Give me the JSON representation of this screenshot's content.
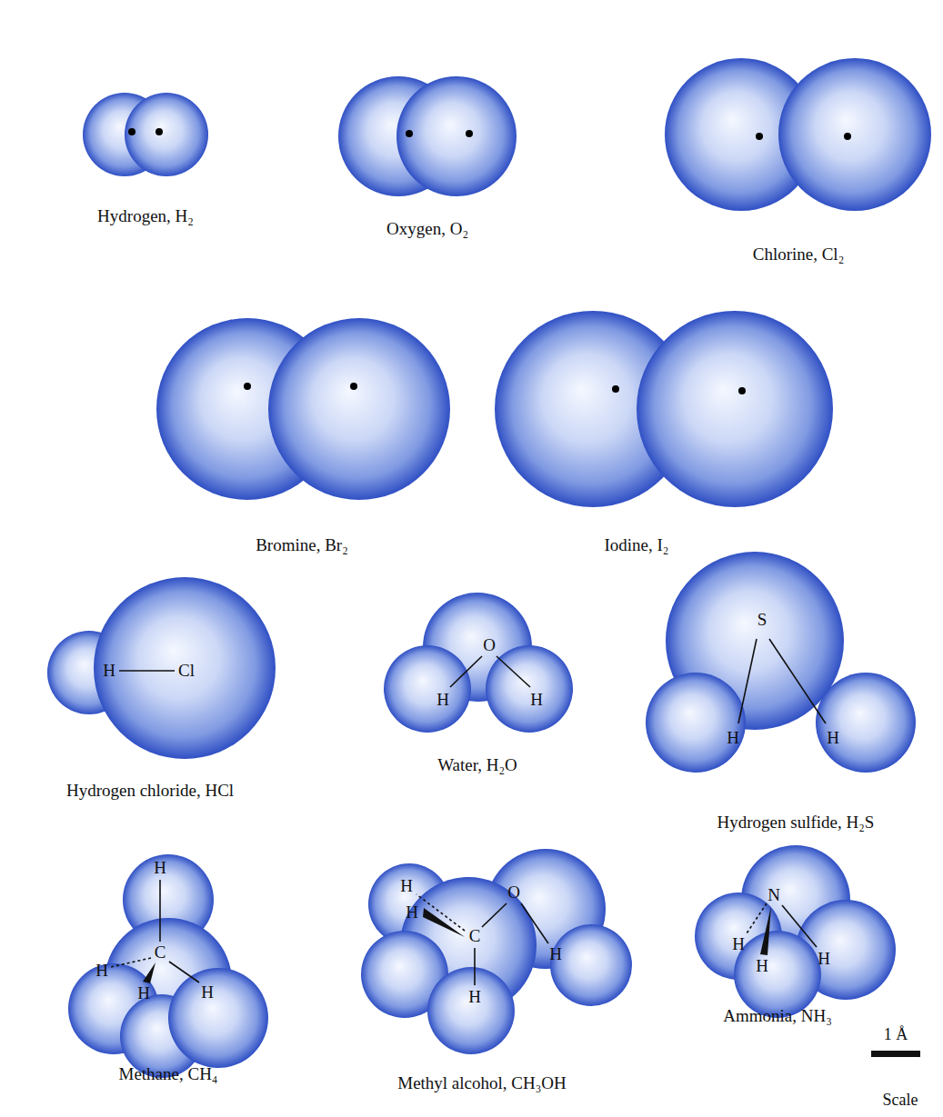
{
  "diagram": {
    "nodes": [
      {
        "text": [
          "Hydrogen, H₂"
        ]
      },
      {
        "text": [
          "Oxygen, O₂"
        ]
      },
      {
        "text": [
          "Chlorine, Cl₂"
        ]
      },
      {
        "text": [
          "Bromine, Br₂"
        ]
      },
      {
        "text": [
          "Iodine, I₂"
        ]
      },
      {
        "text": [
          "Hydrogen chloride, HCl",
          "H",
          "Cl"
        ]
      },
      {
        "text": [
          "Water, H₂O",
          "O",
          "H",
          "H"
        ]
      },
      {
        "text": [
          "Hydrogen sulfide, H₂S",
          "S",
          "H",
          "H"
        ]
      },
      {
        "text": [
          "Methane, CH₄",
          "H",
          "C",
          "H",
          "H",
          "H"
        ]
      },
      {
        "text": [
          "Methyl alcohol, CH₃OH",
          "H",
          "H",
          "C",
          "O",
          "H",
          "H"
        ]
      },
      {
        "text": [
          "Ammonia, NH₃",
          "N",
          "H",
          "H",
          "H"
        ]
      }
    ],
    "labels": [
      "1 Å",
      "Scale"
    ]
  }
}
